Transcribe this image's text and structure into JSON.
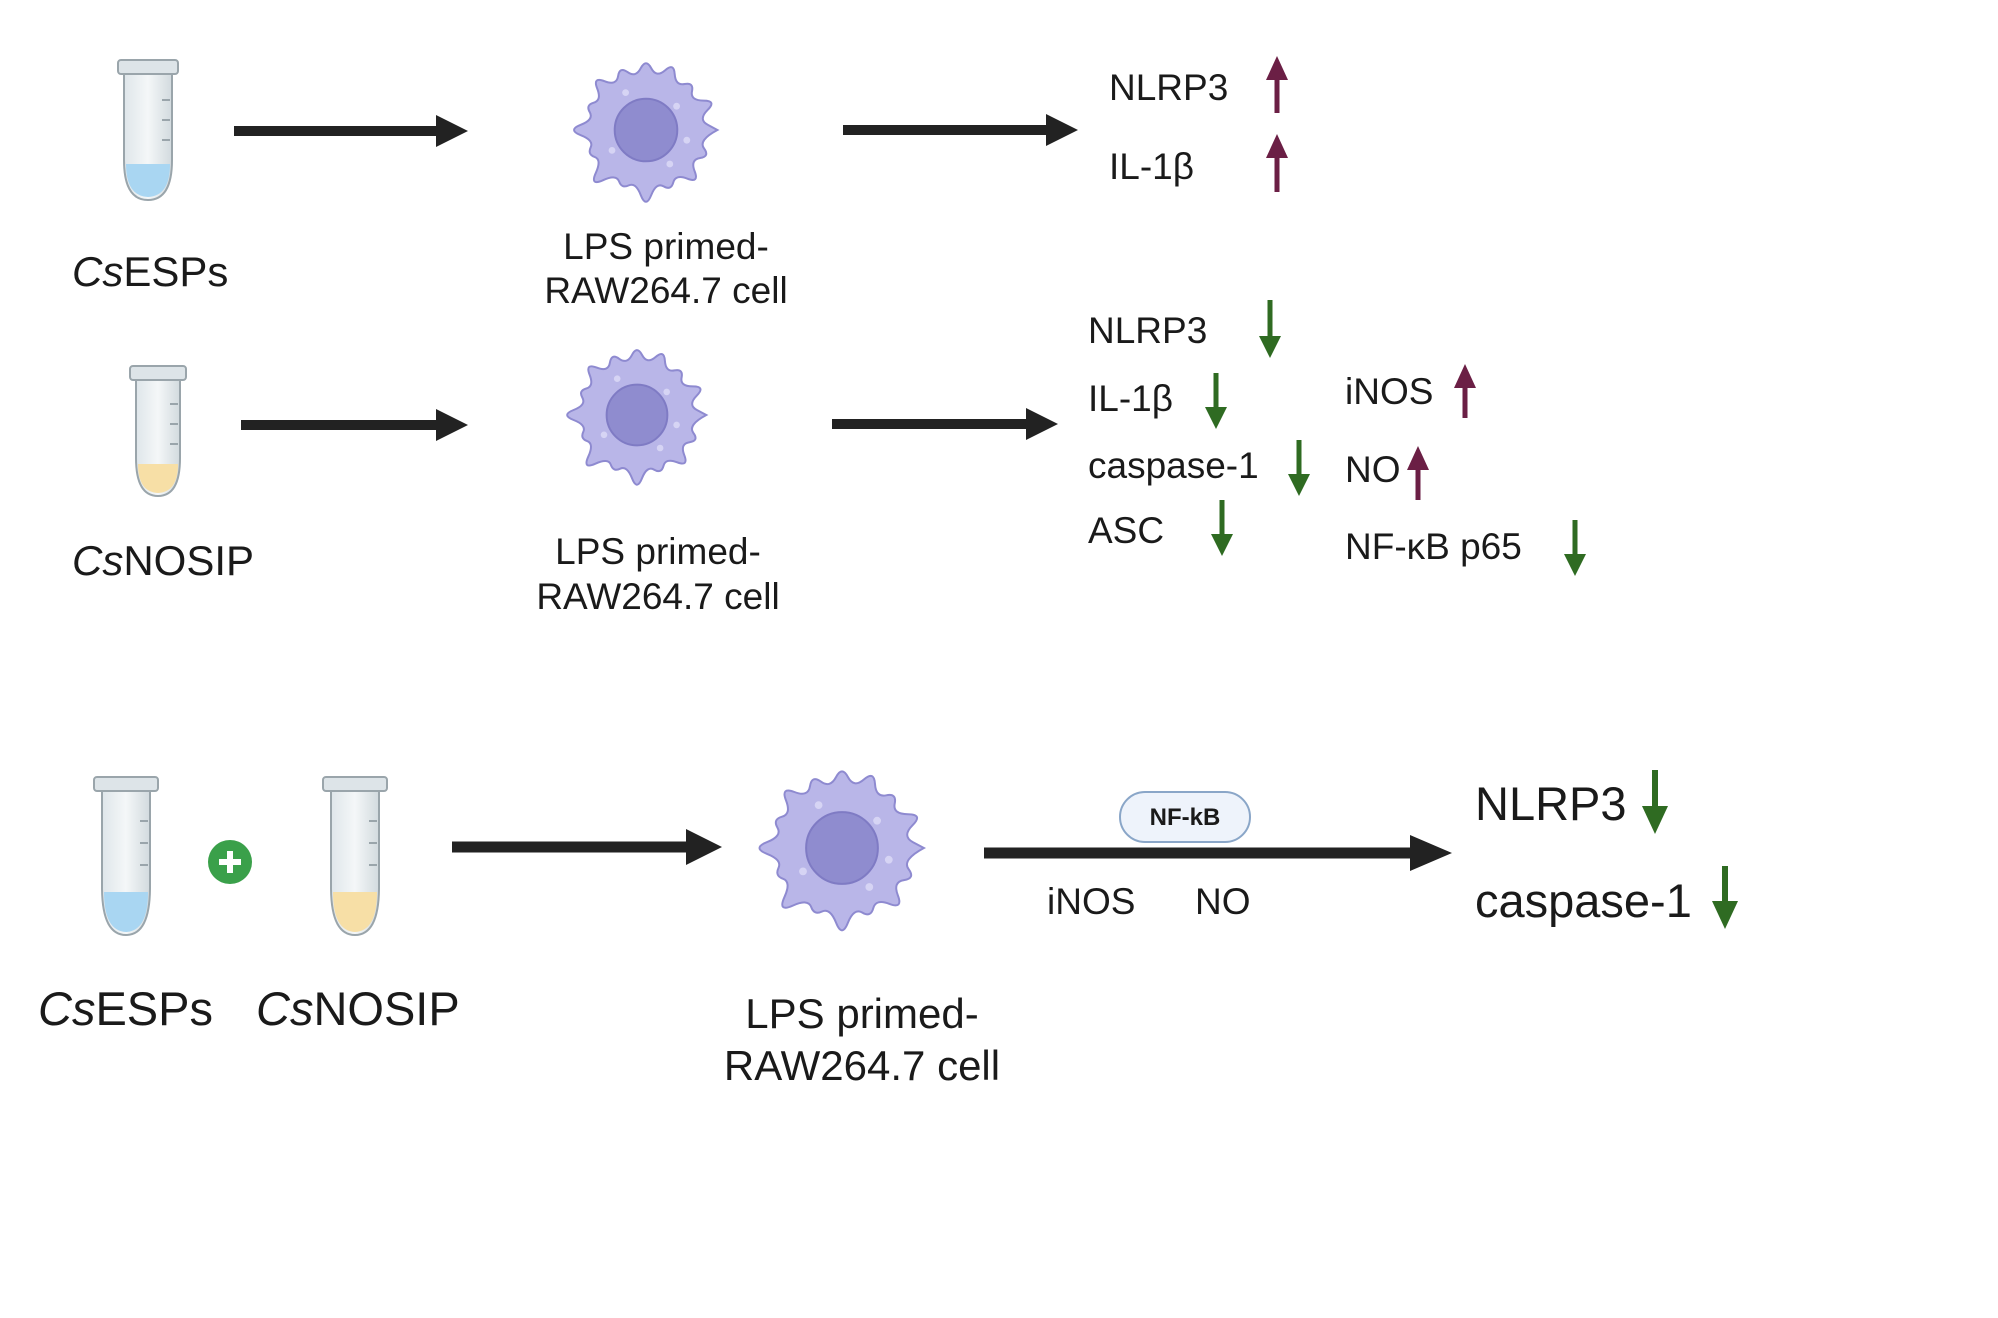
{
  "colors": {
    "up_arrow": "#6b1f45",
    "down_arrow": "#2f6b22",
    "flow_arrow": "#222222",
    "cell_body": "#b9b6e8",
    "cell_nucleus": "#8f8ccf",
    "tube_blue_liquid": "#a9d6f2",
    "tube_yellow_liquid": "#f7dfa6",
    "plus_green": "#3aa04a",
    "nfkb_pill_fill": "#eef3fb"
  },
  "row1": {
    "reagent_prefix": "Cs",
    "reagent_suffix": "ESPs",
    "cell_label_line1": "LPS  primed-",
    "cell_label_line2": "RAW264.7 cell",
    "outputs": [
      {
        "label": "NLRP3",
        "direction": "up"
      },
      {
        "label": "IL-1β",
        "direction": "up"
      }
    ]
  },
  "row2": {
    "reagent_prefix": "Cs",
    "reagent_suffix": "NOSIP",
    "cell_label_line1": "LPS  primed-",
    "cell_label_line2": "RAW264.7 cell",
    "outputs_left": [
      {
        "label": "NLRP3",
        "direction": "down"
      },
      {
        "label": "IL-1β",
        "direction": "down"
      },
      {
        "label": "caspase-1",
        "direction": "down"
      },
      {
        "label": "ASC",
        "direction": "down"
      }
    ],
    "outputs_right": [
      {
        "label": "iNOS",
        "direction": "up"
      },
      {
        "label": "NO",
        "direction": "up"
      },
      {
        "label": "NF-κB p65",
        "direction": "down"
      }
    ]
  },
  "row3": {
    "reagent1_prefix": "Cs",
    "reagent1_suffix": "ESPs",
    "reagent2_prefix": "Cs",
    "reagent2_suffix": "NOSIP",
    "cell_label_line1": "LPS  primed-",
    "cell_label_line2": "RAW264.7 cell",
    "pathway_badge": "NF-kB",
    "mediator_1": "iNOS",
    "mediator_2": "NO",
    "outputs": [
      {
        "label": "NLRP3",
        "direction": "down"
      },
      {
        "label": "caspase-1",
        "direction": "down"
      }
    ]
  }
}
